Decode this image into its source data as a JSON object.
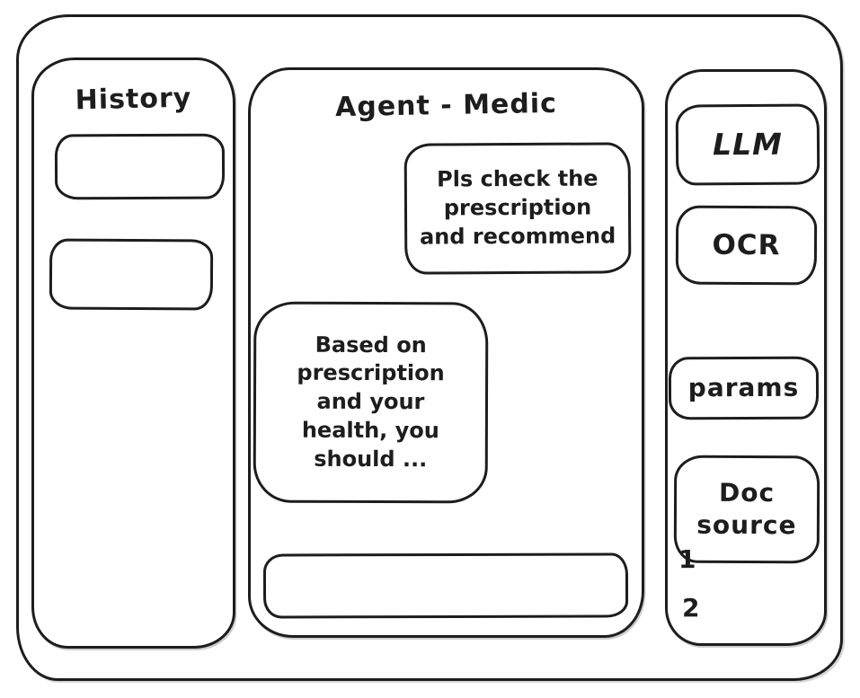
{
  "app": {
    "stroke_color": "#1d1d1d",
    "background_color": "#ffffff"
  },
  "history": {
    "title": "History",
    "items": [
      {
        "label": ""
      },
      {
        "label": ""
      }
    ]
  },
  "chat": {
    "title": "Agent - Medic",
    "messages": [
      {
        "role": "user",
        "text": "Pls check the\nprescription\nand recommend"
      },
      {
        "role": "agent",
        "text": "Based on\nprescription\nand your\nhealth, you\nshould ..."
      }
    ],
    "input": {
      "value": "",
      "placeholder": ""
    }
  },
  "tools": {
    "buttons": [
      {
        "label": "LLM"
      },
      {
        "label": "OCR"
      },
      {
        "label": "params"
      },
      {
        "label": "Doc source"
      }
    ],
    "doc_list": [
      "1",
      "2"
    ]
  }
}
